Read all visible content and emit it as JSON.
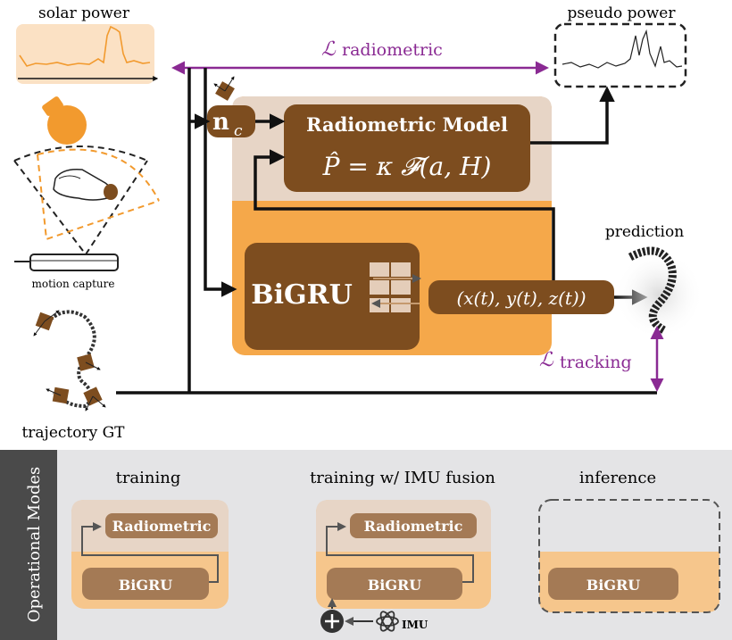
{
  "top": {
    "solar_power_label": "solar power",
    "pseudo_power_label": "pseudo power",
    "loss_radiometric_symbol": "ℒ",
    "loss_radiometric_sub": "radiometric",
    "loss_tracking_symbol": "ℒ",
    "loss_tracking_sub": "tracking",
    "motion_capture_label": "motion capture",
    "trajectory_label": "trajectory GT",
    "prediction_label": "prediction",
    "normal_symbol": "n",
    "normal_sub": "c",
    "radiometric_title": "Radiometric Model",
    "radiometric_eq": "P̂  =  κ 𝓕(a, H)",
    "bigru_label": "BiGRU",
    "output_label": "(x(t), y(t), z(t))"
  },
  "modes": {
    "title": "Operational Modes",
    "training": {
      "label": "training",
      "radiometric": "Radiometric",
      "bigru": "BiGRU"
    },
    "training_imu": {
      "label": "training w/ IMU fusion",
      "radiometric": "Radiometric",
      "bigru": "BiGRU",
      "imu": "IMU"
    },
    "inference": {
      "label": "inference",
      "bigru": "BiGRU"
    }
  },
  "colors": {
    "orange": "#f5a84a",
    "orange_light": "#f6c68c",
    "beige": "#e7d5c6",
    "brown": "#7d4d1f",
    "brown_mid": "#a47a55",
    "purple": "#8a2a93",
    "panel_gray": "#e4e4e6",
    "sidebar_gray": "#4a4a4a"
  }
}
